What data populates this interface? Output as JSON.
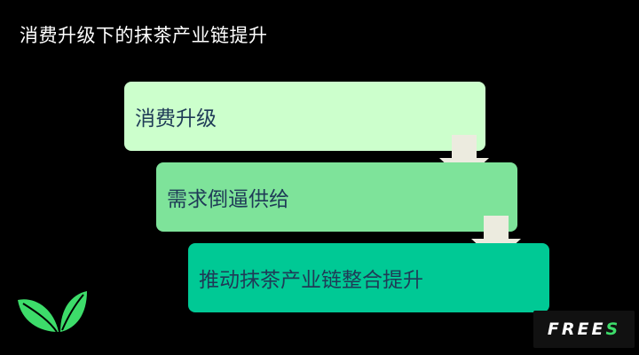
{
  "title": "消费升级下的抹茶产业链提升",
  "steps": [
    {
      "label": "消费升级",
      "color": "#ccffcc"
    },
    {
      "label": "需求倒逼供给",
      "color": "#7ee39a"
    },
    {
      "label": "推动抹茶产业链整合提升",
      "color": "#00c995"
    }
  ],
  "watermark": {
    "text": "FREE",
    "accent": "S",
    "accent_color": "#3ddc6a"
  },
  "logo_icon": "leaf-icon"
}
